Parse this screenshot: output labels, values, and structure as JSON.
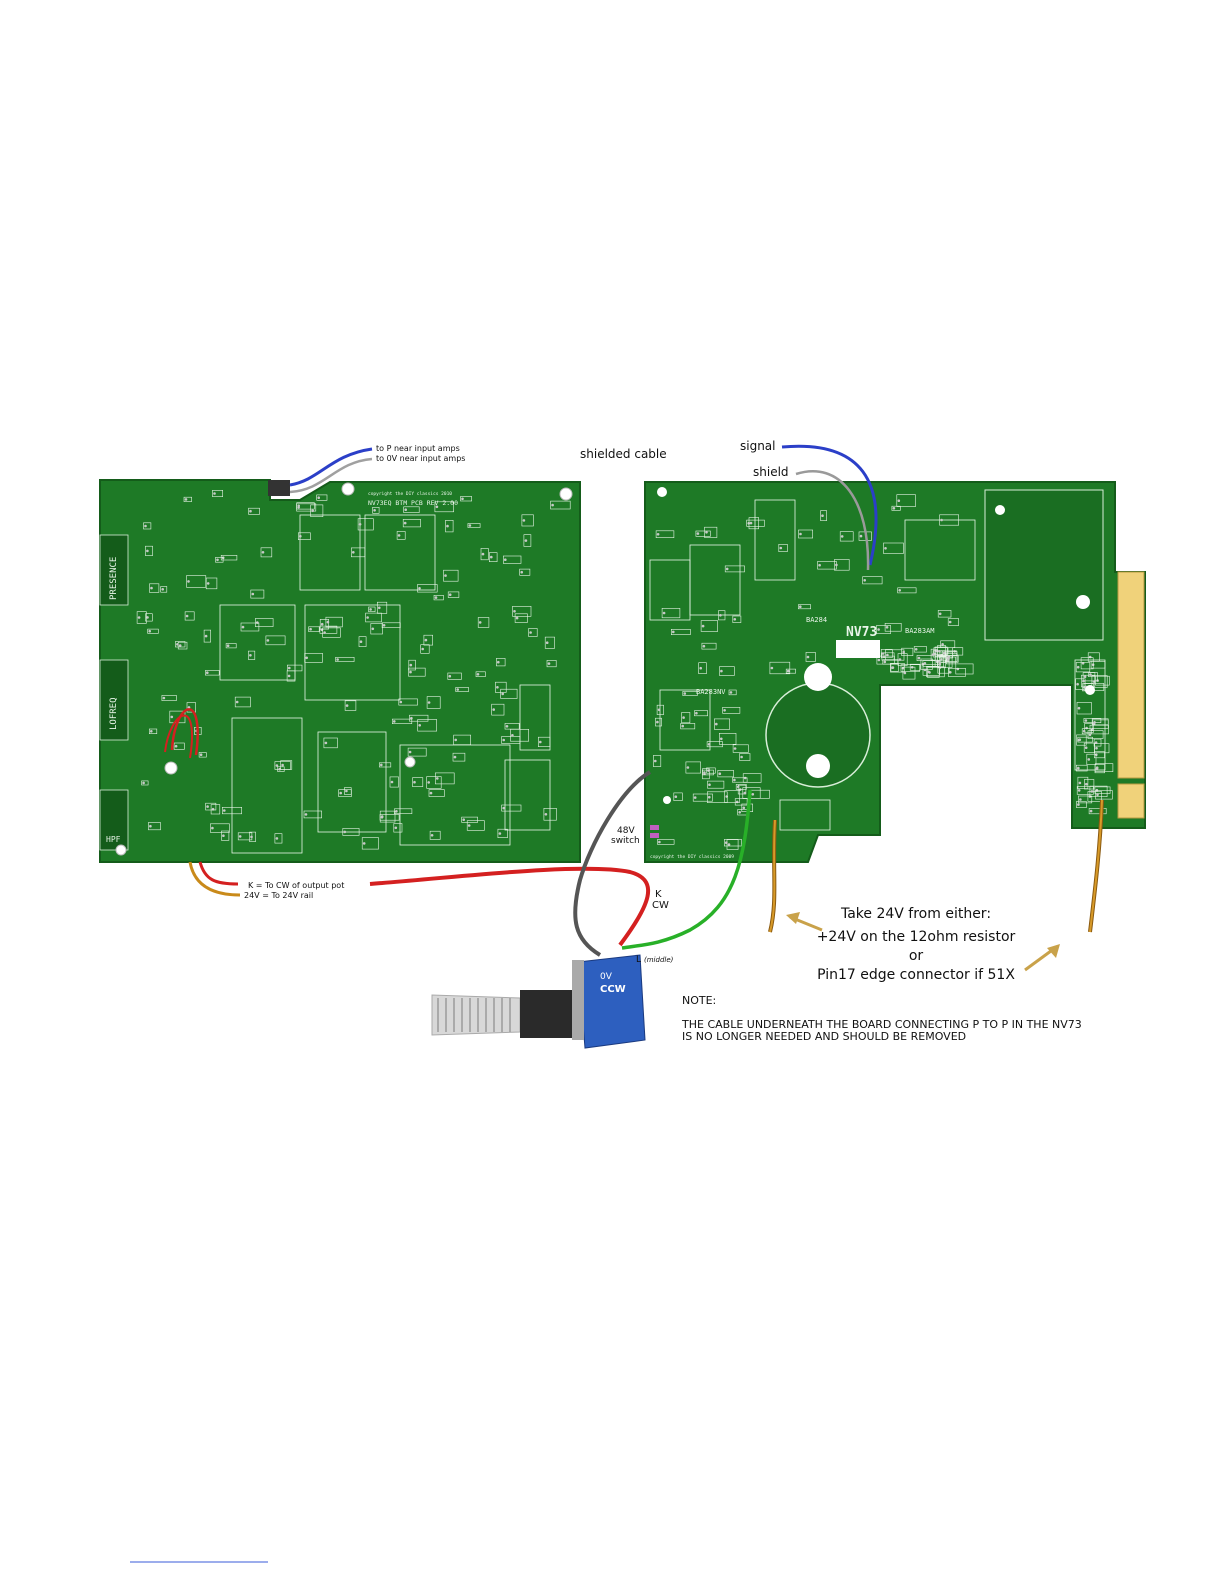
{
  "colors": {
    "pcb": "#1e7a26",
    "pcb_dark": "#145c1a",
    "silk": "#e8f5e8",
    "pad": "#c9c9c9",
    "wire_blue": "#2b3fc8",
    "wire_gray": "#8a8a8a",
    "wire_red": "#d42020",
    "wire_green": "#28b028",
    "wire_orange": "#c98a1a",
    "pot_blue": "#2d5fbf",
    "edge_gold": "#f0d27a",
    "arrow_gold": "#c9a24a",
    "switch_purple": "#c060c0"
  },
  "left_board": {
    "title": "NV73EQ BTM PCB REV 2.00",
    "copyright": "copyright the DIY classics 2010",
    "side_labels": [
      "PRESENCE",
      "LOFREQ",
      "HPF"
    ],
    "wire_notes": [
      "to P near input amps",
      "to 0V near input amps"
    ],
    "bottom_notes": [
      "K = To CW of output pot",
      "24V = To 24V rail"
    ]
  },
  "right_board": {
    "name": "NV73",
    "ic_labels": [
      "BA284",
      "BA283AM",
      "BA283NV"
    ],
    "copyright": "copyright the DIY classics 2009"
  },
  "labels": {
    "shielded_cable": "shielded  cable",
    "signal": "signal",
    "shield": "shield",
    "switch_48v": "48V",
    "switch_word": "switch",
    "pot_k": "K",
    "pot_cw": "CW",
    "pot_l": "L",
    "pot_middle": "(middle)",
    "pot_0v": "0V",
    "pot_ccw": "CCW"
  },
  "take24v": {
    "line1": "Take 24V from either:",
    "line2": "+24V on the 12ohm resistor",
    "line3": "or",
    "line4": "Pin17 edge connector if 51X"
  },
  "note": {
    "heading": "NOTE:",
    "line1": "THE CABLE UNDERNEATH THE BOARD CONNECTING P TO P IN THE NV73",
    "line2": "IS NO LONGER NEEDED AND SHOULD BE REMOVED"
  }
}
